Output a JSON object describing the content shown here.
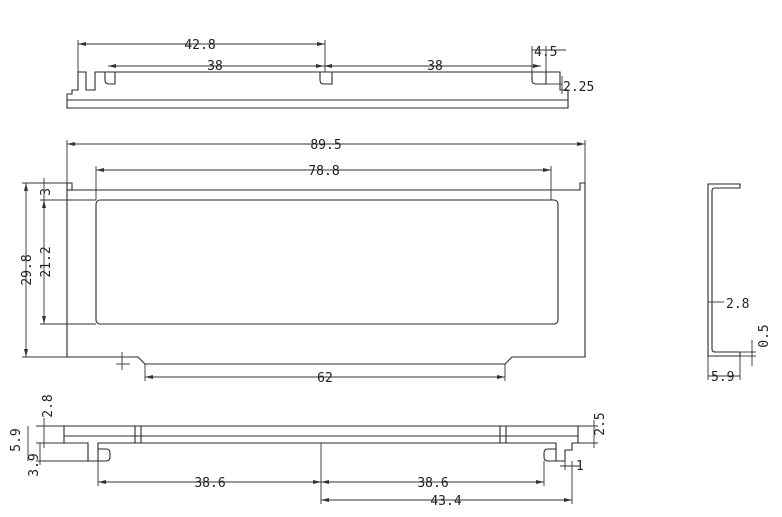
{
  "drawing": {
    "top_view": {
      "overall_span": "42.8",
      "slot_pitch_left": "38",
      "slot_pitch_right": "38",
      "slot_width": "4.5",
      "slot_depth": "2.25"
    },
    "front_view": {
      "overall_width": "89.5",
      "window_width": "78.8",
      "overall_height": "29.8",
      "window_height": "21.2",
      "top_margin": "3",
      "tab_width": "62"
    },
    "side_view": {
      "height": "2.8",
      "flange_thickness": "0.5",
      "depth": "5.9"
    },
    "bottom_view": {
      "left_height": "2.8",
      "left_depth": "5.9",
      "left_offset": "3.9",
      "pitch_left": "38.6",
      "pitch_right": "38.6",
      "half_span": "43.4",
      "right_height": "2.5",
      "right_gap": "1"
    }
  }
}
